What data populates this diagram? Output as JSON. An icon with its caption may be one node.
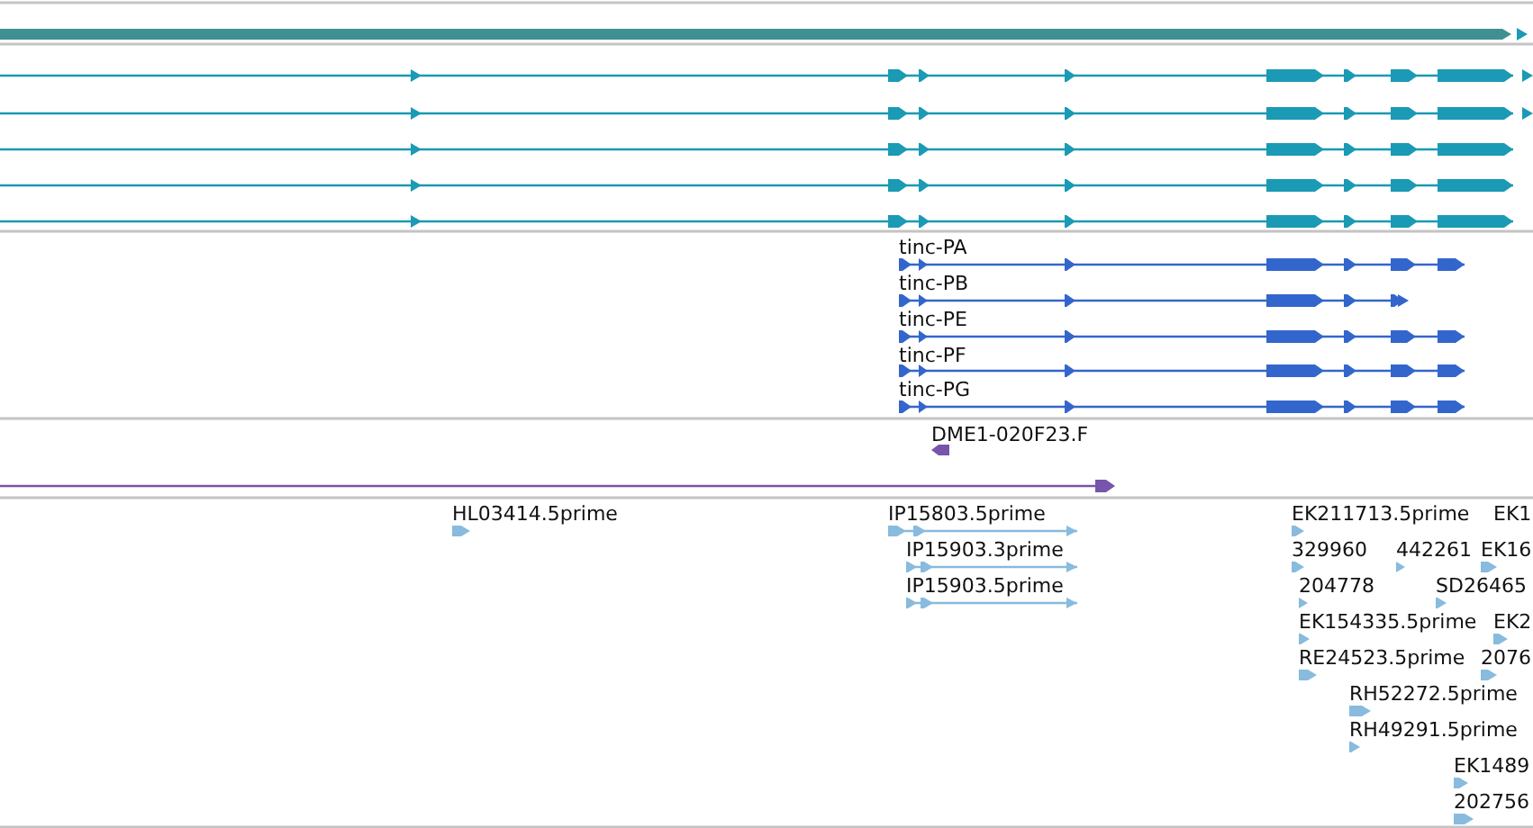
{
  "diagram": {
    "labels": [
      "tinc-PA",
      "tinc-PB",
      "tinc-PE",
      "tinc-PF",
      "tinc-PG",
      "DME1-020F23.F",
      "HL03414.5prime",
      "IP15803.5prime",
      "EK211713.5prime",
      "EK1",
      "IP15903.3prime",
      "329960",
      "442261",
      "EK16",
      "IP15903.5prime",
      "204778",
      "SD26465",
      "EK154335.5prime",
      "EK2",
      "RE24523.5prime",
      "2076",
      "RH52272.5prime",
      "RH49291.5prime",
      "EK1489",
      "202756"
    ]
  }
}
